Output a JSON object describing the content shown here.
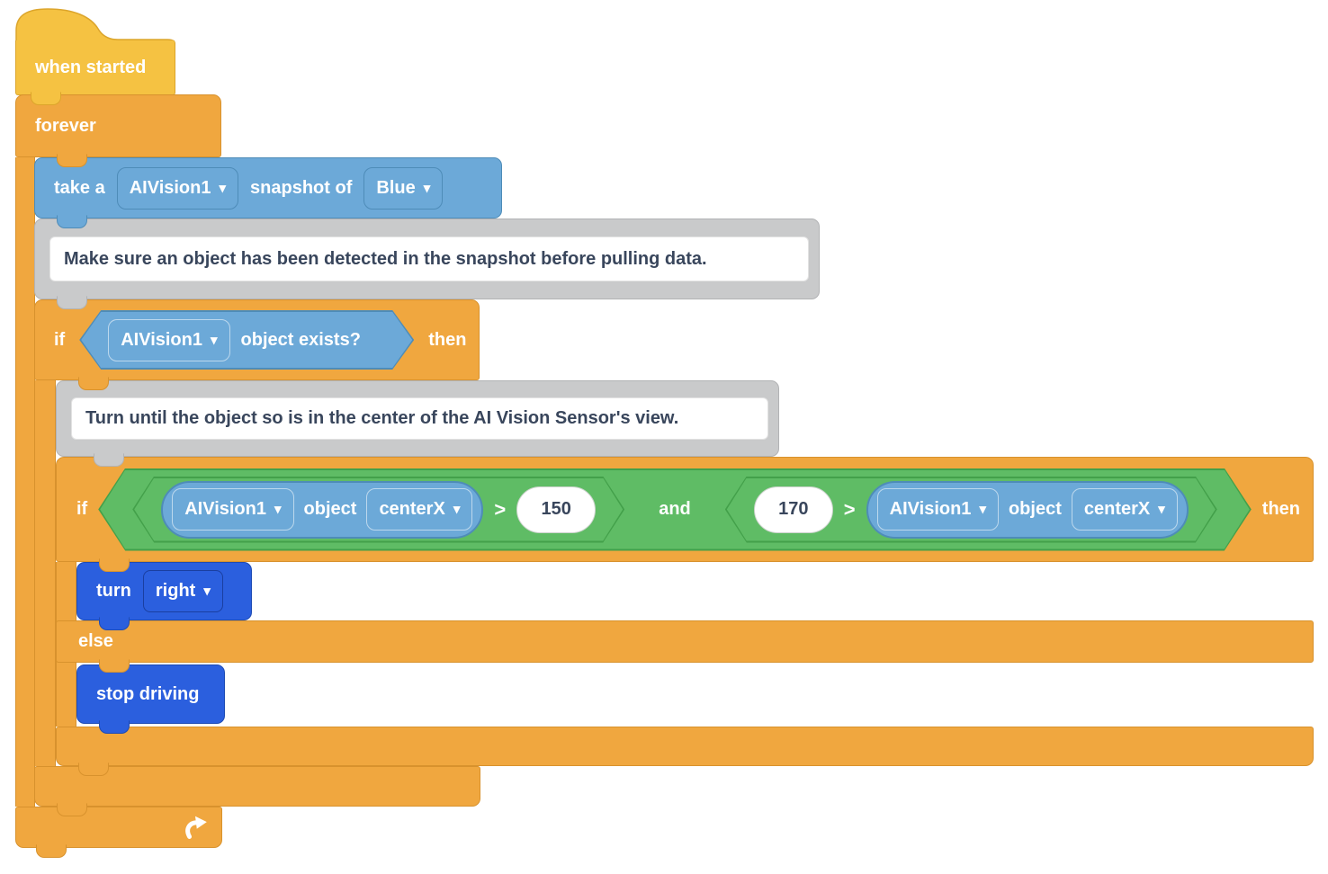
{
  "colors": {
    "hat_yellow": "#F5C242",
    "control_orange": "#F0A73F",
    "sensing_blue": "#6CA9D8",
    "operator_green": "#5FBC65",
    "drivetrain_blue": "#2B5FDE",
    "comment_gray": "#C9CACB",
    "comment_text": "#39465C"
  },
  "icons": {
    "caret": "▾",
    "loop_arrow": "loop-arrow"
  },
  "script": {
    "when_started": {
      "label": "when started"
    },
    "forever": {
      "label": "forever"
    },
    "take_snapshot": {
      "label_prefix": "take a",
      "device": "AIVision1",
      "label_middle": "snapshot of",
      "signature": "Blue"
    },
    "comment_detect": {
      "text": "Make sure an object has been detected in the snapshot before pulling data."
    },
    "if_exists": {
      "if_label": "if",
      "condition": {
        "device": "AIVision1",
        "label": "object exists?"
      },
      "then_label": "then"
    },
    "comment_turn": {
      "text": "Turn until the object so is in the center of the AI Vision Sensor's view."
    },
    "if_center": {
      "if_label": "if",
      "and_label": "and",
      "then_label": "then",
      "else_label": "else",
      "left_cmp": {
        "reporter": {
          "device": "AIVision1",
          "label": "object",
          "property": "centerX"
        },
        "op": ">",
        "value": "150"
      },
      "right_cmp": {
        "value": "170",
        "op": ">",
        "reporter": {
          "device": "AIVision1",
          "label": "object",
          "property": "centerX"
        }
      }
    },
    "turn": {
      "label": "turn",
      "direction": "right"
    },
    "stop": {
      "label": "stop driving"
    }
  }
}
